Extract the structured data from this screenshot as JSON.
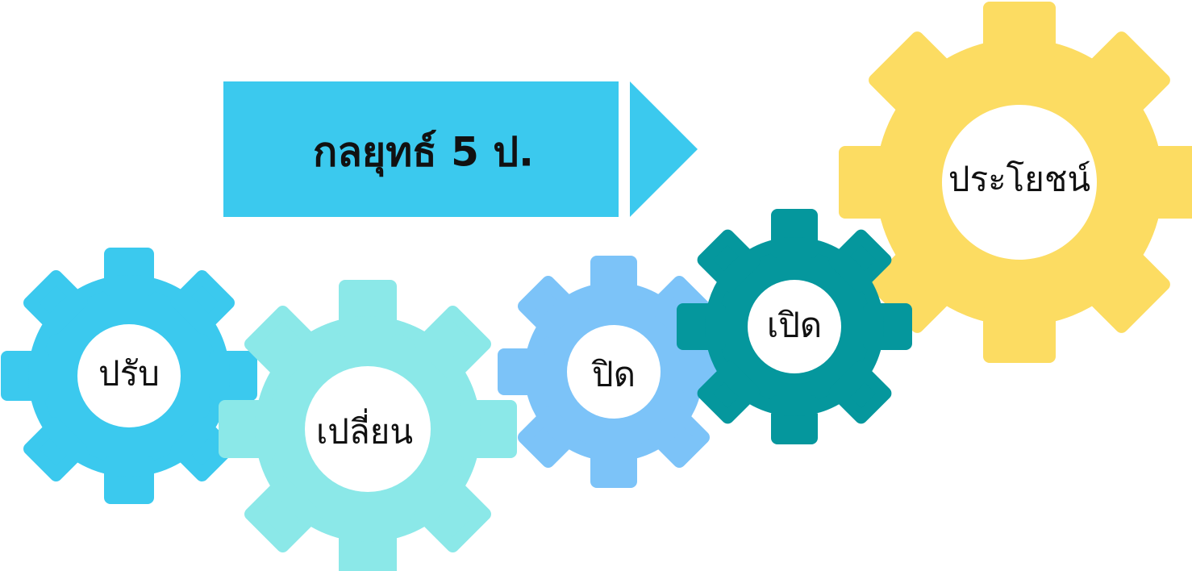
{
  "banner": {
    "title": "กลยุทธ์ 5 ป.",
    "color": "#3BC9EE"
  },
  "gears": [
    {
      "label": "ปรับ",
      "color": "#3BC9EE"
    },
    {
      "label": "เปลี่ยน",
      "color": "#8BE8E8"
    },
    {
      "label": "ปิด",
      "color": "#7CC3F8"
    },
    {
      "label": "เปิด",
      "color": "#05979D"
    },
    {
      "label": "ประโยชน์",
      "color": "#FCDC62"
    }
  ]
}
